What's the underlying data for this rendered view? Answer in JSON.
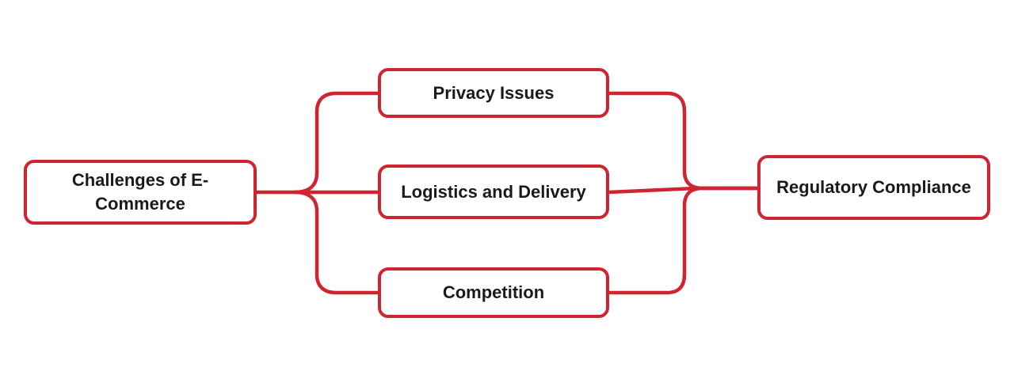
{
  "diagram": {
    "root": {
      "label": "Challenges of E-Commerce"
    },
    "children": [
      {
        "label": "Privacy Issues"
      },
      {
        "label": "Logistics and Delivery"
      },
      {
        "label": "Competition"
      }
    ],
    "sink": {
      "label": "Regulatory Compliance"
    },
    "colors": {
      "accent": "#d02530",
      "text": "#1a1a1a",
      "background": "#ffffff"
    }
  }
}
